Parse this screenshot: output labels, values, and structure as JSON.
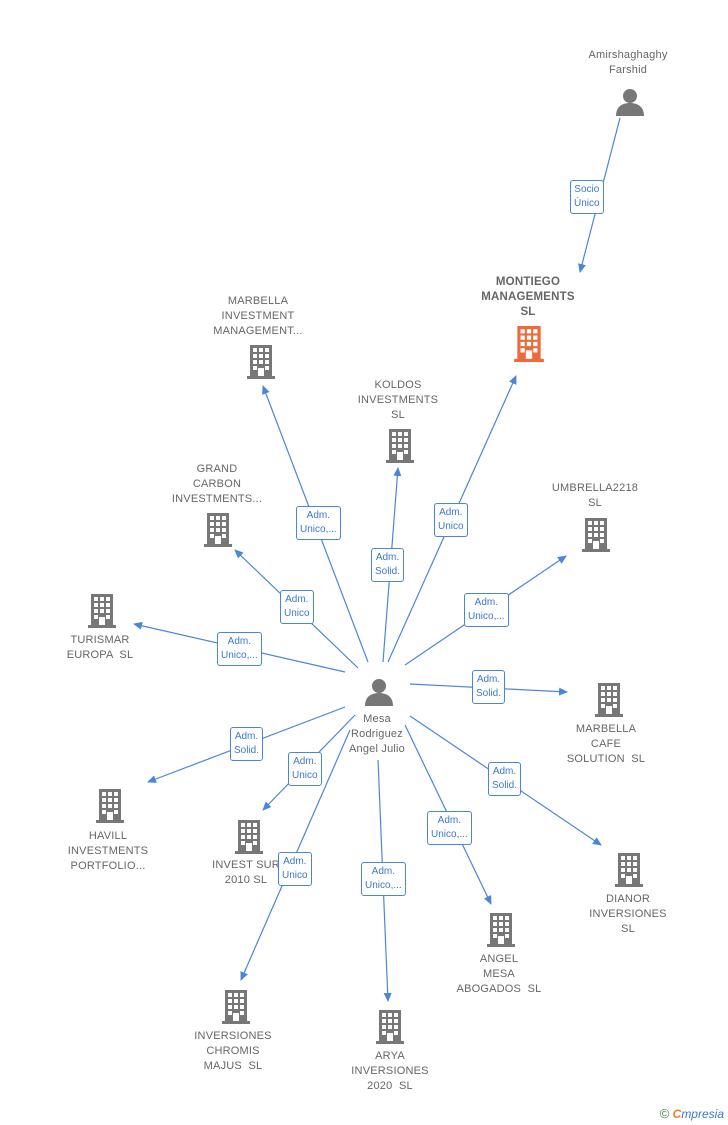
{
  "colors": {
    "edge": "#4a86d8",
    "node": "#777777",
    "highlight": "#ef6a3b",
    "label": "#666666"
  },
  "center": {
    "name": [
      "Mesa",
      "Rodriguez",
      "Angel Julio"
    ],
    "icon": "person-icon"
  },
  "top_person": {
    "name": [
      "Amirshaghaghy",
      "Farshid"
    ],
    "icon": "person-icon"
  },
  "top_relation": [
    "Socio",
    "Único"
  ],
  "main_company": {
    "name": [
      "MONTIEGO",
      "MANAGEMENTS",
      "SL"
    ],
    "icon": "building-icon"
  },
  "companies": [
    {
      "id": "marbella-investment",
      "name": [
        "MARBELLA",
        "INVESTMENT",
        "MANAGEMENT..."
      ],
      "relation": [
        "Adm.",
        "Unico,..."
      ]
    },
    {
      "id": "koldos",
      "name": [
        "KOLDOS",
        "INVESTMENTS",
        "SL"
      ],
      "relation": [
        "Adm.",
        "Solid."
      ]
    },
    {
      "id": "montiego",
      "name": [],
      "relation": [
        "Adm.",
        "Unico"
      ]
    },
    {
      "id": "grand-carbon",
      "name": [
        "GRAND",
        "CARBON",
        "INVESTMENTS..."
      ],
      "relation": [
        "Adm.",
        "Unico"
      ]
    },
    {
      "id": "umbrella",
      "name": [
        "UMBRELLA2218",
        "SL"
      ],
      "relation": [
        "Adm.",
        "Unico,..."
      ]
    },
    {
      "id": "turismar",
      "name": [
        "TURISMAR",
        "EUROPA  SL"
      ],
      "relation": [
        "Adm.",
        "Unico,..."
      ]
    },
    {
      "id": "marbella-cafe",
      "name": [
        "MARBELLA",
        "CAFE",
        "SOLUTION  SL"
      ],
      "relation": [
        "Adm.",
        "Solid."
      ]
    },
    {
      "id": "havill",
      "name": [
        "HAVILL",
        "INVESTMENTS",
        "PORTFOLIO..."
      ],
      "relation": [
        "Adm.",
        "Solid."
      ]
    },
    {
      "id": "invest-sur",
      "name": [
        "INVEST SUR",
        "2010 SL"
      ],
      "relation": [
        "Adm.",
        "Unico"
      ]
    },
    {
      "id": "dianor",
      "name": [
        "DIANOR",
        "INVERSIONES",
        "SL"
      ],
      "relation": [
        "Adm.",
        "Solid."
      ]
    },
    {
      "id": "angel-mesa",
      "name": [
        "ANGEL",
        "MESA",
        "ABOGADOS  SL"
      ],
      "relation": [
        "Adm.",
        "Unico,..."
      ]
    },
    {
      "id": "chromis",
      "name": [
        "INVERSIONES",
        "CHROMIS",
        "MAJUS  SL"
      ],
      "relation": [
        "Adm.",
        "Unico"
      ]
    },
    {
      "id": "arya",
      "name": [
        "ARYA",
        "INVERSIONES",
        "2020  SL"
      ],
      "relation": [
        "Adm.",
        "Unico,..."
      ]
    }
  ],
  "footer": {
    "copyright": "©",
    "brand_first": "C",
    "brand_rest": "mpresia"
  }
}
